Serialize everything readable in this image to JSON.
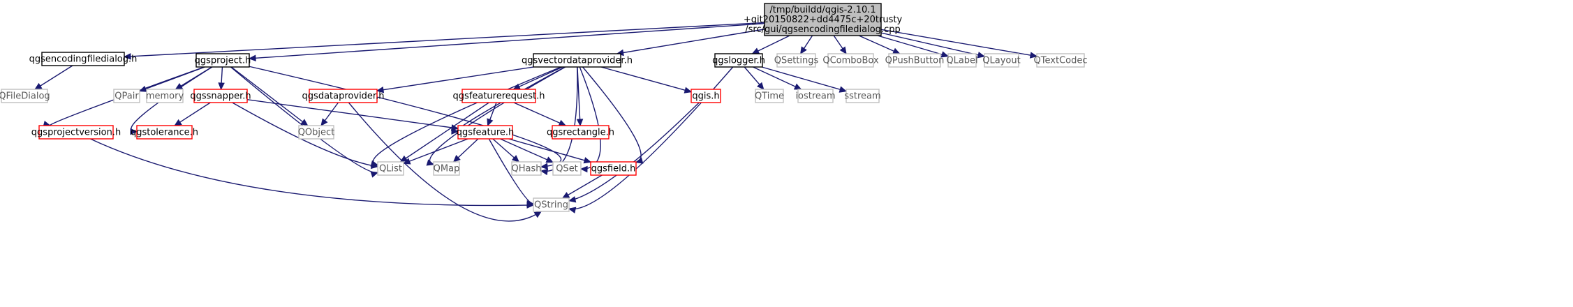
{
  "diagram": {
    "kind": "include-dependency-graph",
    "colors": {
      "edge": "#191970",
      "root_fill": "#bfbfbf",
      "root_border": "#000000",
      "documented_border": "#000000",
      "undocumented_border": "#ff0000",
      "external_border": "#bfbfbf",
      "external_text": "#595959"
    },
    "nodes": [
      {
        "id": "root",
        "lines": [
          "/tmp/buildd/qgis-2.10.1",
          "+git20150822+dd4475c+20trusty",
          "/src/gui/qgsencodingfiledialog.cpp"
        ],
        "style": "root"
      },
      {
        "id": "qgsencodingfiledialog_h",
        "lines": [
          "qgsencodingfiledialog.h"
        ],
        "style": "documented"
      },
      {
        "id": "qgsproject_h",
        "lines": [
          "qgsproject.h"
        ],
        "style": "documented"
      },
      {
        "id": "qgsvectordataprovider_h",
        "lines": [
          "qgsvectordataprovider.h"
        ],
        "style": "documented"
      },
      {
        "id": "qgslogger_h",
        "lines": [
          "qgslogger.h"
        ],
        "style": "documented"
      },
      {
        "id": "QSettings",
        "lines": [
          "QSettings"
        ],
        "style": "external"
      },
      {
        "id": "QComboBox",
        "lines": [
          "QComboBox"
        ],
        "style": "external"
      },
      {
        "id": "QPushButton",
        "lines": [
          "QPushButton"
        ],
        "style": "external"
      },
      {
        "id": "QLabel",
        "lines": [
          "QLabel"
        ],
        "style": "external"
      },
      {
        "id": "QLayout",
        "lines": [
          "QLayout"
        ],
        "style": "external"
      },
      {
        "id": "QTextCodec",
        "lines": [
          "QTextCodec"
        ],
        "style": "external"
      },
      {
        "id": "QFileDialog",
        "lines": [
          "QFileDialog"
        ],
        "style": "external"
      },
      {
        "id": "QPair",
        "lines": [
          "QPair"
        ],
        "style": "external"
      },
      {
        "id": "memory",
        "lines": [
          "memory"
        ],
        "style": "external"
      },
      {
        "id": "qgssnapper_h",
        "lines": [
          "qgssnapper.h"
        ],
        "style": "undocumented"
      },
      {
        "id": "qgsdataprovider_h",
        "lines": [
          "qgsdataprovider.h"
        ],
        "style": "undocumented"
      },
      {
        "id": "qgsfeaturerequest_h",
        "lines": [
          "qgsfeaturerequest.h"
        ],
        "style": "undocumented"
      },
      {
        "id": "qgis_h",
        "lines": [
          "qgis.h"
        ],
        "style": "undocumented"
      },
      {
        "id": "QTime",
        "lines": [
          "QTime"
        ],
        "style": "external"
      },
      {
        "id": "iostream",
        "lines": [
          "iostream"
        ],
        "style": "external"
      },
      {
        "id": "sstream",
        "lines": [
          "sstream"
        ],
        "style": "external"
      },
      {
        "id": "qgsprojectversion_h",
        "lines": [
          "qgsprojectversion.h"
        ],
        "style": "undocumented"
      },
      {
        "id": "qgstolerance_h",
        "lines": [
          "qgstolerance.h"
        ],
        "style": "undocumented"
      },
      {
        "id": "QObject",
        "lines": [
          "QObject"
        ],
        "style": "external"
      },
      {
        "id": "qgsfeature_h",
        "lines": [
          "qgsfeature.h"
        ],
        "style": "undocumented"
      },
      {
        "id": "qgsrectangle_h",
        "lines": [
          "qgsrectangle.h"
        ],
        "style": "undocumented"
      },
      {
        "id": "QList",
        "lines": [
          "QList"
        ],
        "style": "external"
      },
      {
        "id": "QMap",
        "lines": [
          "QMap"
        ],
        "style": "external"
      },
      {
        "id": "QHash",
        "lines": [
          "QHash"
        ],
        "style": "external"
      },
      {
        "id": "QSet",
        "lines": [
          "QSet"
        ],
        "style": "external"
      },
      {
        "id": "qgsfield_h",
        "lines": [
          "qgsfield.h"
        ],
        "style": "undocumented"
      },
      {
        "id": "QString",
        "lines": [
          "QString"
        ],
        "style": "external"
      }
    ],
    "edges": [
      [
        "root",
        "qgsencodingfiledialog_h"
      ],
      [
        "root",
        "qgsproject_h"
      ],
      [
        "root",
        "qgsvectordataprovider_h"
      ],
      [
        "root",
        "qgslogger_h"
      ],
      [
        "root",
        "QSettings"
      ],
      [
        "root",
        "QComboBox"
      ],
      [
        "root",
        "QPushButton"
      ],
      [
        "root",
        "QLabel"
      ],
      [
        "root",
        "QLayout"
      ],
      [
        "root",
        "QTextCodec"
      ],
      [
        "qgsencodingfiledialog_h",
        "QFileDialog"
      ],
      [
        "qgsproject_h",
        "qgsprojectversion_h"
      ],
      [
        "qgsproject_h",
        "qgstolerance_h"
      ],
      [
        "qgsproject_h",
        "QPair"
      ],
      [
        "qgsproject_h",
        "memory"
      ],
      [
        "qgsproject_h",
        "qgssnapper_h"
      ],
      [
        "qgsproject_h",
        "QObject"
      ],
      [
        "qgsproject_h",
        "QList"
      ],
      [
        "qgsproject_h",
        "QHash"
      ],
      [
        "qgssnapper_h",
        "qgstolerance_h"
      ],
      [
        "qgssnapper_h",
        "qgsfeature_h"
      ],
      [
        "qgssnapper_h",
        "QList"
      ],
      [
        "qgsprojectversion_h",
        "QString"
      ],
      [
        "qgsvectordataprovider_h",
        "qgsdataprovider_h"
      ],
      [
        "qgsvectordataprovider_h",
        "qgsfeaturerequest_h"
      ],
      [
        "qgsvectordataprovider_h",
        "qgsfeature_h"
      ],
      [
        "qgsvectordataprovider_h",
        "qgsrectangle_h"
      ],
      [
        "qgsvectordataprovider_h",
        "qgis_h"
      ],
      [
        "qgsvectordataprovider_h",
        "QList"
      ],
      [
        "qgsvectordataprovider_h",
        "QMap"
      ],
      [
        "qgsvectordataprovider_h",
        "QHash"
      ],
      [
        "qgsvectordataprovider_h",
        "QSet"
      ],
      [
        "qgsvectordataprovider_h",
        "qgsfield_h"
      ],
      [
        "qgsdataprovider_h",
        "QObject"
      ],
      [
        "qgsdataprovider_h",
        "QString"
      ],
      [
        "qgsfeaturerequest_h",
        "qgsfeature_h"
      ],
      [
        "qgsfeaturerequest_h",
        "qgsrectangle_h"
      ],
      [
        "qgsfeaturerequest_h",
        "QList"
      ],
      [
        "qgsfeature_h",
        "QList"
      ],
      [
        "qgsfeature_h",
        "QMap"
      ],
      [
        "qgsfeature_h",
        "QHash"
      ],
      [
        "qgsfeature_h",
        "QSet"
      ],
      [
        "qgsfeature_h",
        "qgsfield_h"
      ],
      [
        "qgsfeature_h",
        "QString"
      ],
      [
        "qgsfield_h",
        "QString"
      ],
      [
        "qgis_h",
        "QString"
      ],
      [
        "qgslogger_h",
        "QTime"
      ],
      [
        "qgslogger_h",
        "iostream"
      ],
      [
        "qgslogger_h",
        "sstream"
      ],
      [
        "qgslogger_h",
        "QString"
      ]
    ]
  }
}
